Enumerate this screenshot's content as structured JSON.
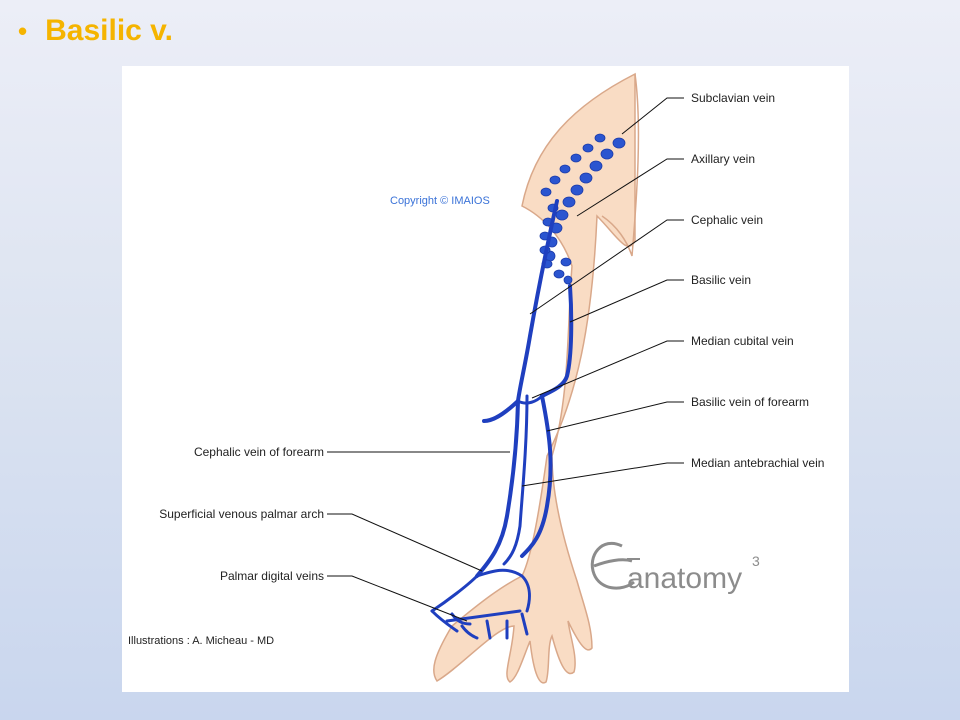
{
  "slide": {
    "bullet": "•",
    "title": "Basilic v."
  },
  "figure": {
    "copyright": "Copyright © IMAIOS",
    "credit": "Illustrations : A. Micheau - MD",
    "logo": {
      "text": "anatomy",
      "superscript": "3"
    },
    "labels_right": [
      "Subclavian vein",
      "Axillary vein",
      "Cephalic vein",
      "Basilic vein",
      "Median cubital vein",
      "Basilic vein of forearm",
      "Median antebrachial vein"
    ],
    "labels_left": [
      "Cephalic vein of forearm",
      "Superficial venous palmar arch",
      "Palmar digital veins"
    ],
    "colors": {
      "title": "#f5b400",
      "vein": "#1f3fbf",
      "skin": "#f9dcc4",
      "skin_outline": "#d9a88a"
    }
  }
}
